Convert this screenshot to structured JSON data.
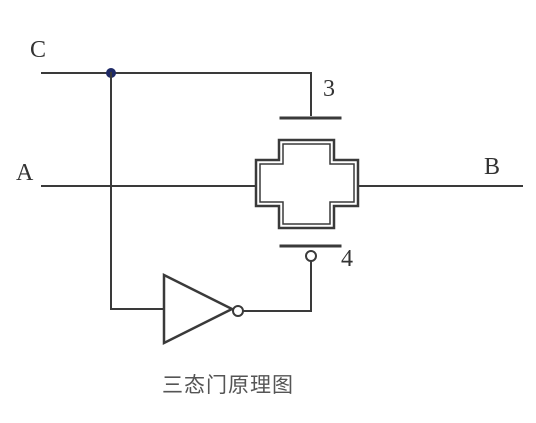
{
  "diagram": {
    "labels": {
      "c": "C",
      "a": "A",
      "b": "B",
      "n3": "3",
      "n4": "4"
    },
    "caption": "三态门原理图"
  }
}
